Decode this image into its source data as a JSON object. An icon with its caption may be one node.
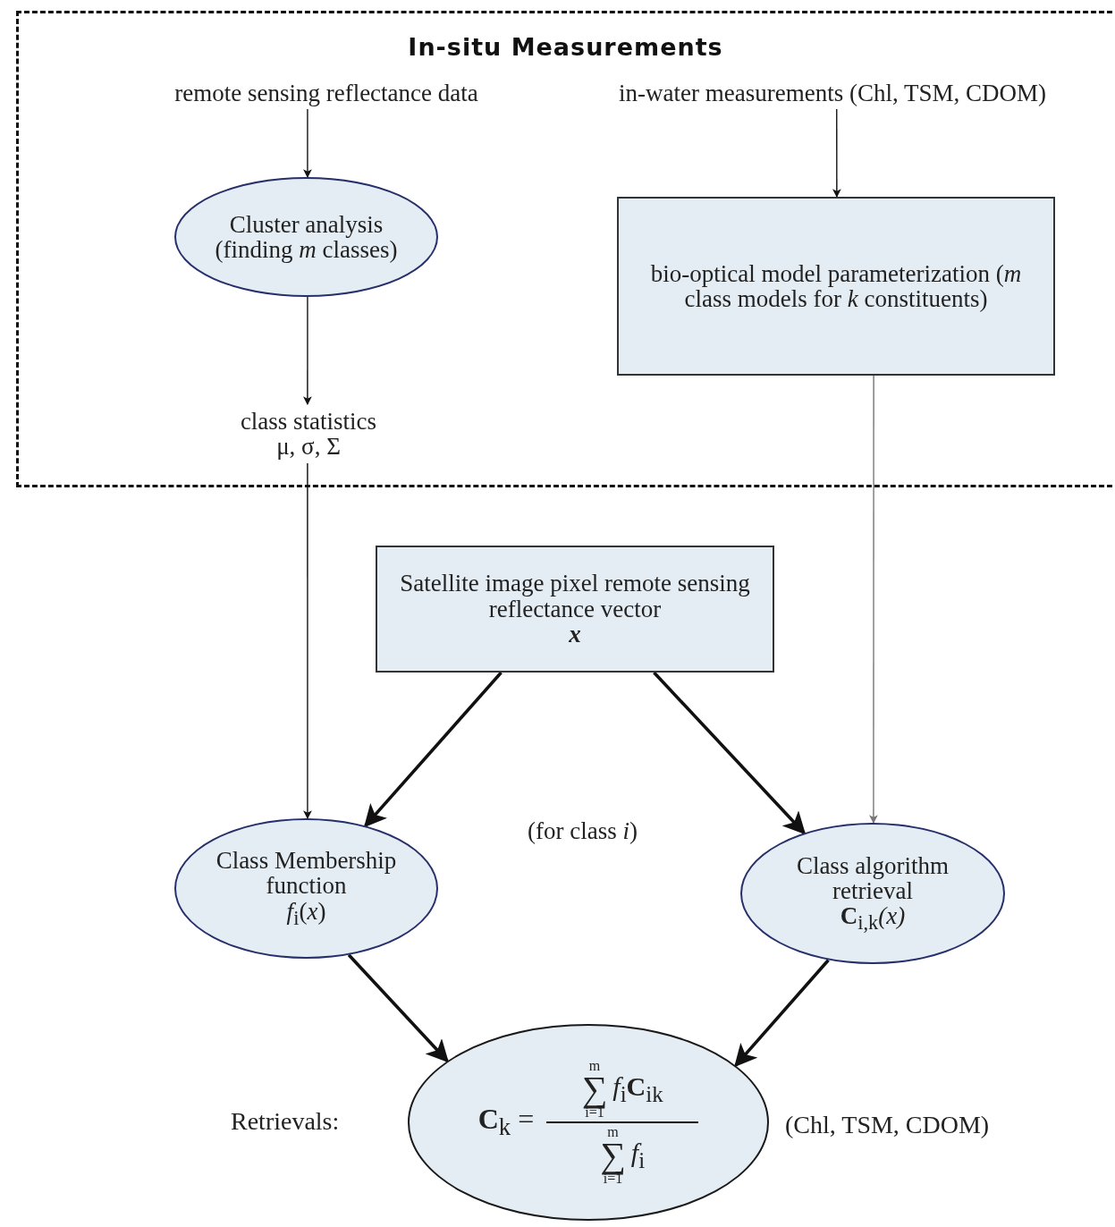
{
  "diagram": {
    "nodes": [
      {
        "text": [
          "In-situ Measurements"
        ]
      },
      {
        "text": [
          "remote sensing reflectance data"
        ],
        "in": 0
      },
      {
        "text": [
          "in-water measurements (Chl, TSM, CDOM)"
        ],
        "in": 0
      },
      {
        "text": [
          "Cluster analysis (finding *m* classes)"
        ],
        "in": 0
      },
      {
        "text": [
          "bio-optical model parameterization (*m* class models for *k* constituents)"
        ],
        "in": 0
      },
      {
        "text": [
          "class statistics",
          "μ, σ, Σ"
        ],
        "in": 0
      },
      {
        "text": [
          "Satellite image pixel remote sensing reflectance vector",
          "x"
        ]
      },
      {
        "text": [
          "Class Membership function",
          "*f*$_{i}$(*x*)"
        ]
      },
      {
        "text": [
          "Class algorithm retrieval",
          "**C**$_{i,k}$*(x)*"
        ]
      },
      {
        "text": [
          "**C**$_{k}$ =",
          "m",
          "∑",
          "i=1",
          "*f*$_{i}$**C**$_{ik}$",
          "m",
          "∑",
          "i=1",
          "*f*$_{i}$"
        ],
        "beside": [
          "Retrievals:",
          "(Chl, TSM, CDOM)"
        ]
      }
    ],
    "edges": [
      {
        "from": 1,
        "to": 3,
        "arrow": "to"
      },
      {
        "from": 2,
        "to": 4,
        "arrow": "to"
      },
      {
        "from": 3,
        "to": 5,
        "arrow": "to"
      },
      {
        "from": 5,
        "to": 7,
        "arrow": "to"
      },
      {
        "from": 4,
        "to": 8,
        "arrow": "to",
        "color": "#777777"
      },
      {
        "from": 6,
        "to": 7,
        "arrow": "to",
        "style": "thick"
      },
      {
        "from": 6,
        "to": 8,
        "arrow": "to",
        "style": "thick"
      },
      {
        "from": 7,
        "to": 9,
        "arrow": "to",
        "style": "thick"
      },
      {
        "from": 8,
        "to": 9,
        "arrow": "to",
        "style": "thick"
      }
    ],
    "labels": [
      "(for class *i*)"
    ]
  }
}
